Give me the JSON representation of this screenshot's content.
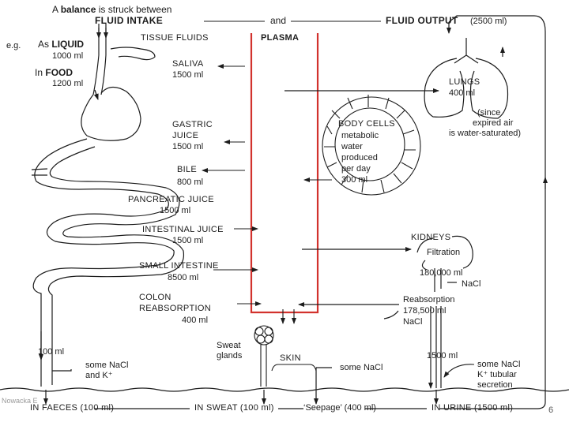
{
  "header": {
    "prefix": "A",
    "balance": "balance",
    "suffix": "is struck between",
    "intake": "FLUID INTAKE",
    "and": "and",
    "output": "FLUID OUTPUT",
    "output_amount": "(2500 ml)"
  },
  "intake": {
    "eg": "e.g.",
    "as": "As",
    "liquid": "LIQUID",
    "liquid_ml": "1000 ml",
    "in": "In",
    "food": "FOOD",
    "food_ml": "1200 ml"
  },
  "columns": {
    "tissue_fluids": "TISSUE FLUIDS",
    "plasma": "PLASMA"
  },
  "secretions": [
    {
      "name": "SALIVA",
      "ml": "1500 ml"
    },
    {
      "name": "GASTRIC",
      "name2": "JUICE",
      "ml": "1500 ml"
    },
    {
      "name": "BILE",
      "ml": "800 ml"
    },
    {
      "name": "PANCREATIC JUICE",
      "ml": "1500 ml"
    },
    {
      "name": "INTESTINAL JUICE",
      "ml": "1500 ml"
    },
    {
      "name": "SMALL INTESTINE",
      "ml": "8500 ml"
    },
    {
      "name": "COLON",
      "name2": "REABSORPTION",
      "ml": "400 ml"
    }
  ],
  "lungs": {
    "name": "LUNGS",
    "ml": "400 ml",
    "note1": "(since",
    "note2": "expired air",
    "note3": "is water-saturated)"
  },
  "body_cells": {
    "name": "BODY CELLS",
    "l1": "metabolic",
    "l2": "water",
    "l3": "produced",
    "l4": "per day",
    "ml": "300 ml"
  },
  "kidneys": {
    "name": "KIDNEYS",
    "filtration": "Filtration",
    "filtration_ml": "180,000 ml",
    "nacl": "NaCl",
    "reabsorption": "Reabsorption",
    "reabsorption_ml": "178,500 ml",
    "reabsorption_nacl": "NaCl",
    "urine_ml": "1500 ml",
    "urine_salts1": "some NaCl",
    "urine_salts2": "K⁺ tubular",
    "urine_salts3": "secretion"
  },
  "skin": {
    "sweat1": "Sweat",
    "sweat2": "glands",
    "skin": "SKIN",
    "seepage_salt": "some NaCl"
  },
  "faeces": {
    "ml": "100 ml",
    "salts1": "some NaCl",
    "salts2": "and K⁺"
  },
  "outputs": {
    "faeces": "IN FAECES (100 ml)",
    "sweat": "IN SWEAT (100 ml)",
    "seepage": "‘Seepage’ (400 ml)",
    "urine": "IN URINE (1500 ml)"
  },
  "watermark": "Nowacka E",
  "page_number": "6",
  "colors": {
    "ink": "#1c1c1c",
    "plasma_red": "#d2322d"
  }
}
